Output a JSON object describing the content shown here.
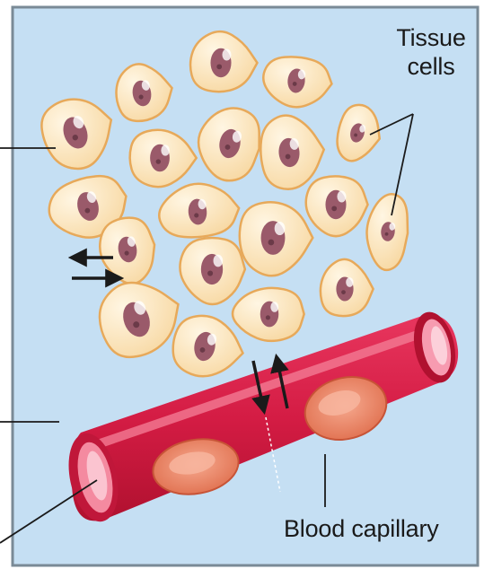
{
  "labels": {
    "tissue_cells_line1": "Tissue",
    "tissue_cells_line2": "cells",
    "blood_capillary": "Blood capillary"
  },
  "colors": {
    "background_fluid": "#c5dff3",
    "panel_border": "#7a8a96",
    "cell_fill": "#fbe3b6",
    "cell_outline": "#e7a95a",
    "nucleus": "#9a5a6a",
    "capillary_red": "#d8204a",
    "capillary_dark": "#a9122f",
    "capillary_inner": "#f48aa0",
    "red_blood_cell": "#f08a72",
    "arrow": "#1a1a1a"
  },
  "icons": {
    "tissue_cell": "cell-icon",
    "red_blood_cell": "red-blood-cell-icon",
    "exchange_arrow": "arrow-icon"
  }
}
